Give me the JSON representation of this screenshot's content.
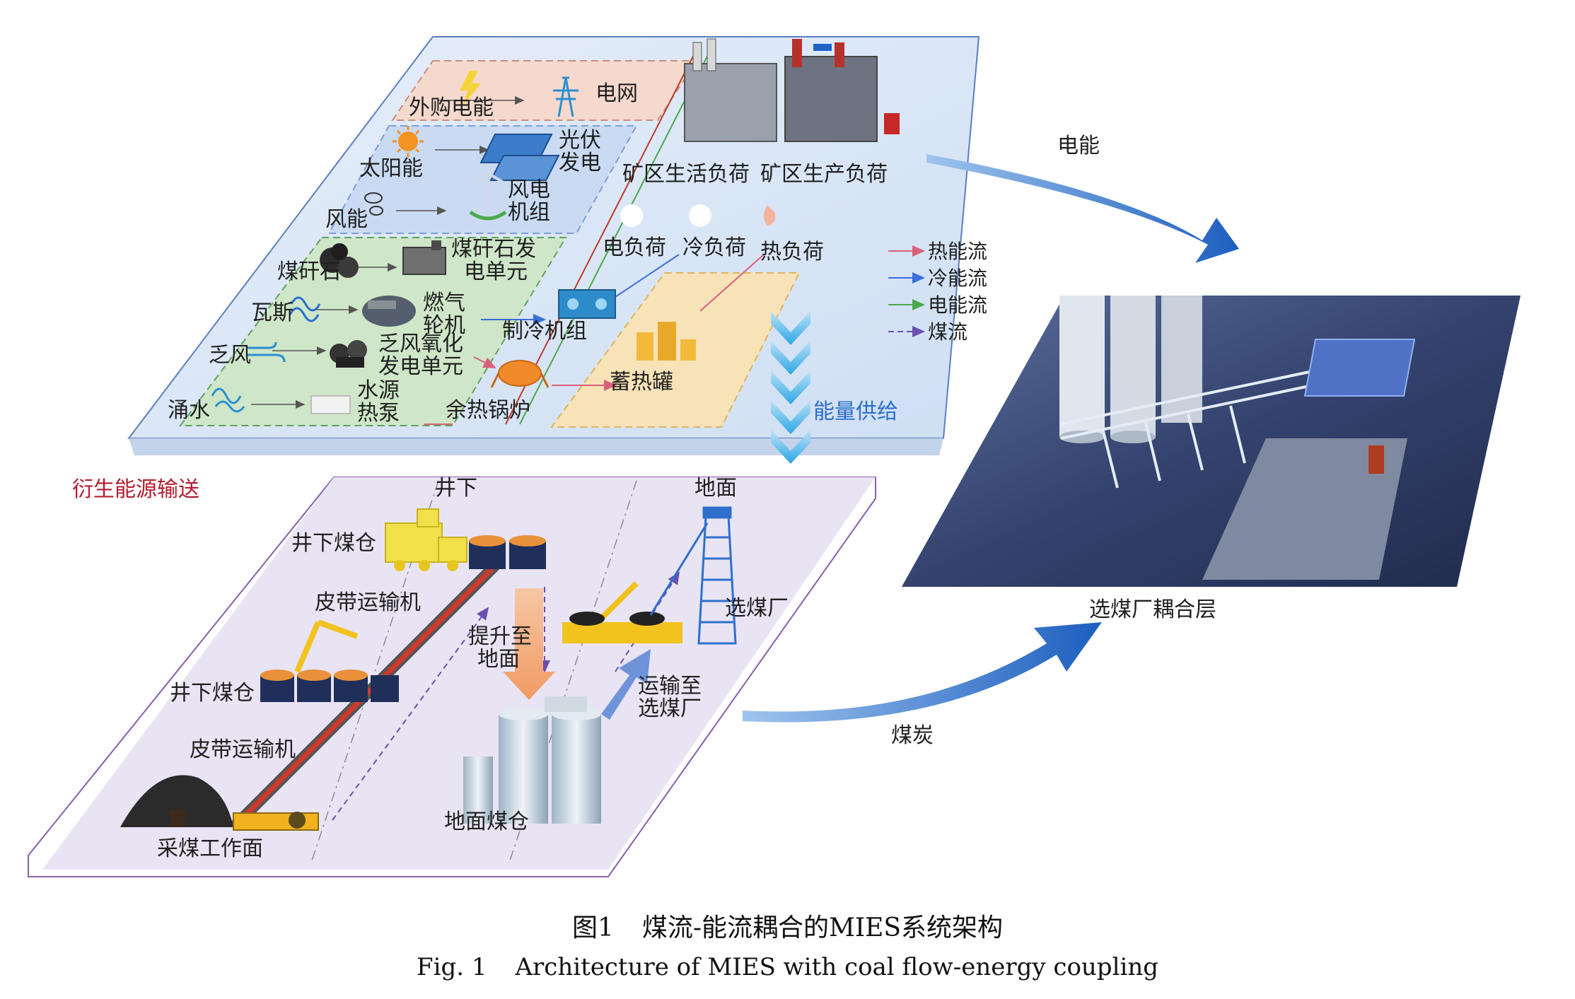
{
  "colors": {
    "heat_flow": "#d9607a",
    "cold_flow": "#3a6fd8",
    "power_flow": "#4aa84a",
    "coal_flow": "#6b4fb0",
    "title_red": "#b01c2e",
    "panel_blue": "#dce8f7",
    "panel_purple": "#e9e4f3"
  },
  "top_layer": {
    "purchased_power": "外购电能",
    "grid": "电网",
    "solar": "太阳能",
    "pv_line1": "光伏",
    "pv_line2": "发电",
    "wind": "风能",
    "wind_unit_line1": "风电",
    "wind_unit_line2": "机组",
    "living_load": "矿区生活负荷",
    "production_load": "矿区生产负荷",
    "coal_gangue": "煤矸石",
    "gangue_gen_line1": "煤矸石发",
    "gangue_gen_line2": "电单元",
    "gas": "瓦斯",
    "gas_turbine_line1": "燃气",
    "gas_turbine_line2": "轮机",
    "vam": "乏风",
    "vam_unit_line1": "乏风氧化",
    "vam_unit_line2": "发电单元",
    "mine_water": "涌水",
    "heat_pump_line1": "水源",
    "heat_pump_line2": "热泵",
    "electric_load": "电负荷",
    "cooling_load": "冷负荷",
    "heating_load": "热负荷",
    "chiller": "制冷机组",
    "waste_heat_boiler": "余热锅炉",
    "heat_storage": "蓄热罐"
  },
  "legend": [
    {
      "label": "热能流",
      "color": "#d9607a",
      "style": "solid"
    },
    {
      "label": "冷能流",
      "color": "#3a6fd8",
      "style": "solid"
    },
    {
      "label": "电能流",
      "color": "#4aa84a",
      "style": "solid"
    },
    {
      "label": "煤流",
      "color": "#6b4fb0",
      "style": "dashed"
    }
  ],
  "arrows": {
    "electric_energy": "电能",
    "energy_supply": "能量供给",
    "coal": "煤炭",
    "derived_energy": "衍生能源输送"
  },
  "bottom_layer": {
    "underground": "井下",
    "surface": "地面",
    "underground_bunker_top": "井下煤仓",
    "belt_conveyor_top": "皮带运输机",
    "hoist_line1": "提升至",
    "hoist_line2": "地面",
    "washery": "选煤厂",
    "underground_bunker_mid": "井下煤仓",
    "transport_line1": "运输至",
    "transport_line2": "选煤厂",
    "belt_conveyor_bottom": "皮带运输机",
    "surface_bunker": "地面煤仓",
    "mining_face": "采煤工作面"
  },
  "right_layer": {
    "label": "选煤厂耦合层"
  },
  "caption": {
    "cn_prefix": "图1",
    "cn_title": "煤流-能流耦合的MIES系统架构",
    "en_prefix": "Fig. 1",
    "en_title": "Architecture of MIES with coal flow-energy coupling"
  }
}
